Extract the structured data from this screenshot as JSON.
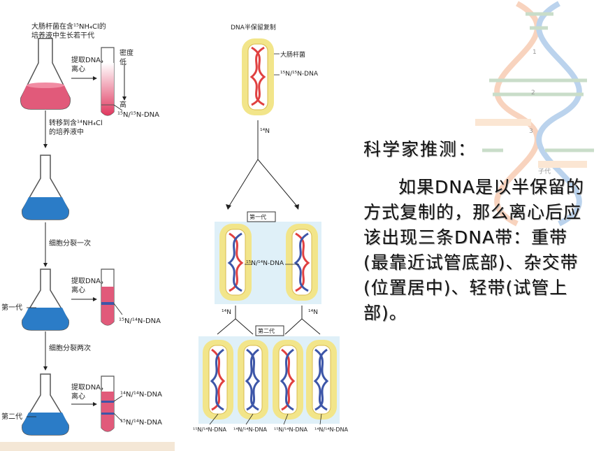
{
  "left_panel": {
    "caption_top": [
      "大肠杆菌在含¹⁵NH₄Cl的",
      "培养液中生长若干代"
    ],
    "extract_label": [
      "提取DNA，",
      "离心"
    ],
    "density_label": [
      "密度",
      "低"
    ],
    "high_label": "高",
    "band_15_15": "¹⁵N/¹⁵N-DNA",
    "transfer_label": [
      "转移到含¹⁴NH₄Cl",
      "的培养液中"
    ],
    "divide_once": "细胞分裂一次",
    "gen1_label": "第一代",
    "band_15_14": "¹⁵N/¹⁴N-DNA",
    "divide_twice": "细胞分裂两次",
    "gen2_label": "第二代",
    "band_14_14": "¹⁴N/¹⁴N-DNA"
  },
  "middle_panel": {
    "title": "DNA半保留复制",
    "ecoli_label": "大肠杆菌",
    "dna_15_15": "¹⁵N/¹⁵N-DNA",
    "n14_label": "¹⁴N",
    "gen1_box": "第一代",
    "dna_15_14": "¹⁵N/¹⁴N-DNA",
    "gen2_box": "第二代",
    "bottom_labels": [
      "¹⁵N/¹⁴N-DNA",
      "¹⁴N/¹⁴N-DNA",
      "¹⁵N/¹⁴N-DNA",
      "¹⁴N/¹⁴N-DNA"
    ]
  },
  "background_numbers": [
    "1",
    "2",
    "3"
  ],
  "background_tag": "子代",
  "text_panel": {
    "heading": "科学家推测：",
    "paragraph": "如果DNA是以半保留的方式复制的，那么离心后应该出现三条DNA带：重带(最靠近试管底部)、杂交带(位置居中)、轻带(试管上部)。"
  },
  "colors": {
    "heavy_strand": "#e04040",
    "light_strand": "#3d56a8",
    "cell_outline": "#f2e58a",
    "flask_red": "#e15a7a",
    "flask_blue": "#2b7cc7",
    "panel_bg": "#dff0f8"
  }
}
